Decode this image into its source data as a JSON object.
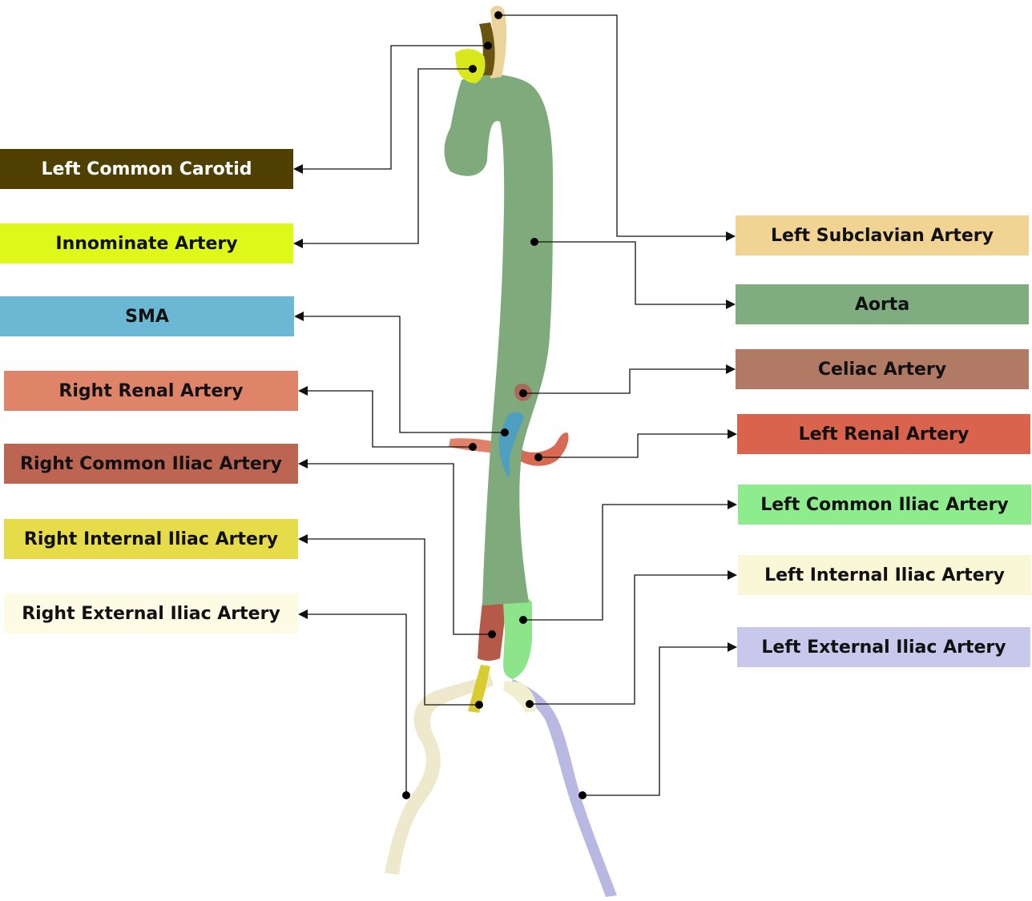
{
  "labels": {
    "left_common_carotid": {
      "text": "Left Common Carotid",
      "color": "#4f3f00"
    },
    "innominate_artery": {
      "text": "Innominate Artery",
      "color": "#ddf819"
    },
    "sma": {
      "text": "SMA",
      "color": "#6ab8d3"
    },
    "right_renal_artery": {
      "text": "Right Renal Artery",
      "color": "#df8469"
    },
    "right_common_iliac": {
      "text": "Right Common Iliac Artery",
      "color": "#bd6553"
    },
    "right_internal_iliac": {
      "text": "Right Internal Iliac Artery",
      "color": "#e6dc4a"
    },
    "right_external_iliac": {
      "text": "Right External Iliac Artery",
      "color": "#fefbe5"
    },
    "left_subclavian": {
      "text": "Left Subclavian Artery",
      "color": "#f1d494"
    },
    "aorta": {
      "text": "Aorta",
      "color": "#80ad80"
    },
    "celiac_artery": {
      "text": "Celiac Artery",
      "color": "#b07a65"
    },
    "left_renal_artery": {
      "text": "Left Renal Artery",
      "color": "#da634d"
    },
    "left_common_iliac": {
      "text": "Left Common Iliac Artery",
      "color": "#8eec8c"
    },
    "left_internal_iliac": {
      "text": "Left Internal Iliac Artery",
      "color": "#f9f7d6"
    },
    "left_external_iliac": {
      "text": "Left External Iliac Artery",
      "color": "#c8c8ec"
    }
  },
  "vessel_colors": {
    "aorta": "#7eaa7c",
    "left_subclavian": "#ecd39c",
    "left_common_carotid": "#6a5410",
    "innominate": "#d8e81c",
    "celiac": "#a86a58",
    "sma": "#4f9fc0",
    "right_renal": "#e0826a",
    "left_renal": "#d86a55",
    "right_common_iliac": "#b55a48",
    "left_common_iliac": "#8ee48a",
    "right_internal_iliac": "#d8cc30",
    "left_internal_iliac": "#f2eed0",
    "right_external_iliac": "#eee8cc",
    "left_external_iliac": "#b8b8e2"
  }
}
